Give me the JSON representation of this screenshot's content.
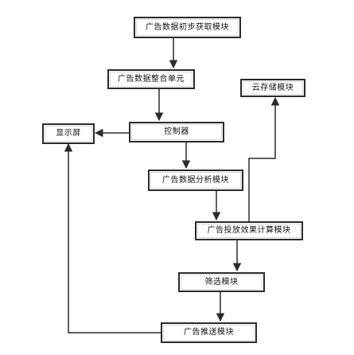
{
  "nodes": {
    "ad_data_acquisition": "广告数据初步获取模块",
    "ad_data_integration": "广告数据整合单元",
    "cloud_storage": "云存储模块",
    "display_screen": "显示屏",
    "controller": "控制器",
    "ad_data_analysis": "广告数据分析模块",
    "ad_effect_calc": "广告投放效果计算模块",
    "filter_module": "筛选模块",
    "ad_push": "广告推送模块"
  },
  "colors": {
    "line": "#2b2b2b",
    "text": "#111111",
    "background": "#ffffff"
  }
}
